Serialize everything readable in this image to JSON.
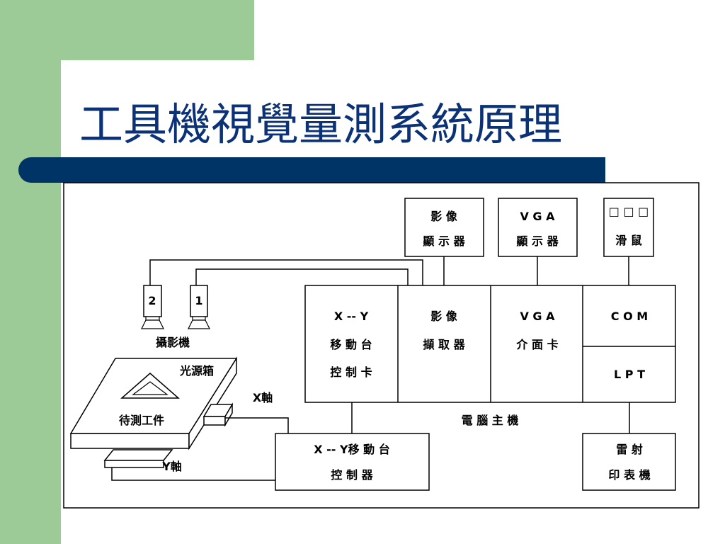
{
  "slide": {
    "title": "工具機視覺量測系統原理",
    "colors": {
      "title": "#0b3277",
      "bar": "#003366",
      "accent_green": "#9dcb98"
    }
  },
  "diagram": {
    "image_display": [
      "影 像",
      "顯 示 器"
    ],
    "vga_display": [
      "V G A",
      "顯 示 器"
    ],
    "mouse": [
      "□ □ □",
      "滑 鼠"
    ],
    "xy_card": [
      "X -- Y",
      "移 動 台",
      "控 制 卡"
    ],
    "frame_grabber": [
      "影 像",
      "擷 取 器"
    ],
    "vga_card": [
      "V G A",
      "介 面 卡"
    ],
    "com": "C O M",
    "lpt": "L P T",
    "host": "電 腦 主 機",
    "xy_controller": [
      "X -- Y移 動 台",
      "控 制 器"
    ],
    "printer": [
      "雷 射",
      "印 表 機"
    ],
    "camera_1": "1",
    "camera_2": "2",
    "camera_label": "攝影機",
    "light_box": "光源箱",
    "workpiece": "待測工件",
    "x_axis": "X軸",
    "y_axis": "Y軸"
  }
}
